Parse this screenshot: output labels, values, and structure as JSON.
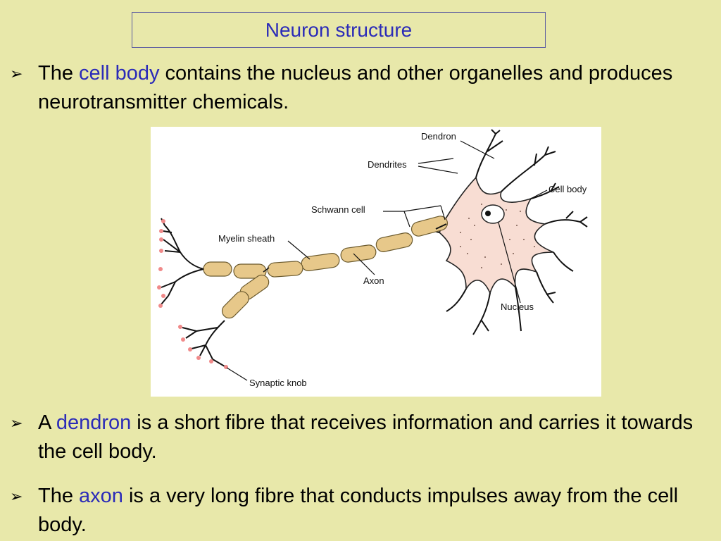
{
  "slide": {
    "title": "Neuron structure"
  },
  "bullets": [
    {
      "arrow": "➢",
      "before": "The ",
      "term": "cell body",
      "after": " contains the nucleus and other organelles and produces neurotransmitter chemicals."
    },
    {
      "arrow": "➢",
      "before": "A ",
      "term": "dendron",
      "after": " is a short fibre that receives information and carries it towards the cell body."
    },
    {
      "arrow": "➢",
      "before": "The ",
      "term": "axon",
      "after": " is a very long fibre that conducts impulses away from the cell body."
    }
  ],
  "diagram": {
    "labels": {
      "dendron": "Dendron",
      "dendrites": "Dendrites",
      "cell_body": "Cell body",
      "schwann_cell": "Schwann cell",
      "myelin_sheath": "Myelin sheath",
      "axon": "Axon",
      "nucleus": "Nucleus",
      "synaptic_knob": "Synaptic knob"
    },
    "colors": {
      "cell_body_fill": "#f8ddd3",
      "myelin_fill": "#e7c88a",
      "knob_fill": "#f08a8a",
      "highlight_text": "#2b2bb8",
      "background": "#e8e8aa"
    }
  }
}
